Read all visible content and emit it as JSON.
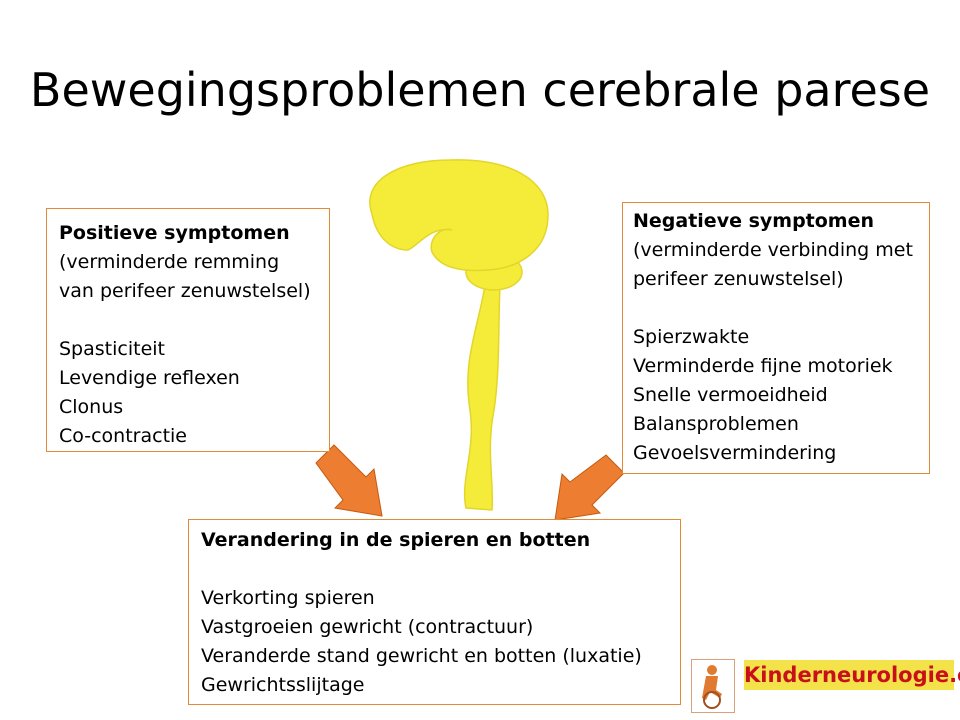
{
  "title": "Bewegingsproblemen cerebrale parese",
  "positive": {
    "heading": "Positieve symptomen",
    "subtitle_lines": [
      "(verminderde remming",
      "van perifeer zenuwstelsel)"
    ],
    "items": [
      "Spasticiteit",
      "Levendige reflexen",
      "Clonus",
      "Co-contractie"
    ]
  },
  "negative": {
    "heading": "Negatieve symptomen",
    "subtitle_lines": [
      "(verminderde verbinding met",
      "perifeer zenuwstelsel)"
    ],
    "items": [
      "Spierzwakte",
      "Verminderde fijne motoriek",
      "Snelle vermoeidheid",
      "Balansproblemen",
      "Gevoelsvermindering"
    ]
  },
  "change": {
    "heading": "Verandering in de spieren en botten",
    "items": [
      "Verkorting spieren",
      "Vastgroeien gewricht (contractuur)",
      "Veranderde stand gewricht en botten (luxatie)",
      "Gewrichtsslijtage"
    ]
  },
  "logo": {
    "text": "Kinderneurologie.eu"
  },
  "colors": {
    "brain": "#f5ec3a",
    "arrow": "#ed7d31",
    "box_border": "#e08a3a",
    "logo_bg": "#f3e24a",
    "logo_text": "#c8101a"
  }
}
